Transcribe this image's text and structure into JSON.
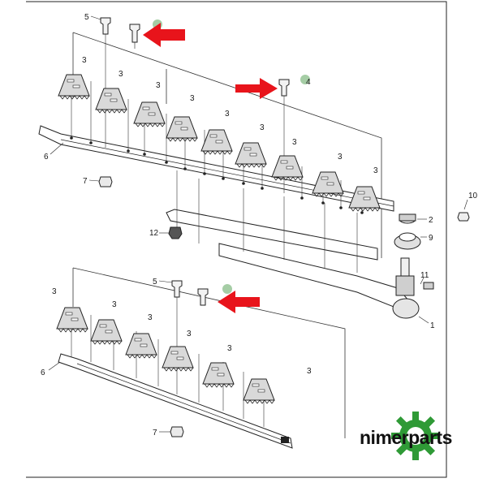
{
  "brand": {
    "name": "nimerparts"
  },
  "colors": {
    "line": "#2a2a2a",
    "part_fill": "#d9d9d9",
    "arrow": "#e8141b",
    "highlight": "#8fc18f",
    "gear": "#2f9a36"
  },
  "callouts": {
    "top": {
      "n5": "5",
      "n3": "3",
      "n4": "4",
      "n6": "6",
      "n7": "7",
      "n12": "12",
      "n10": "10",
      "n2": "2",
      "n9": "9",
      "n11": "11",
      "n1": "1"
    },
    "bottom": {
      "n5": "5",
      "n3": "3",
      "n6": "6",
      "n7": "7"
    }
  }
}
